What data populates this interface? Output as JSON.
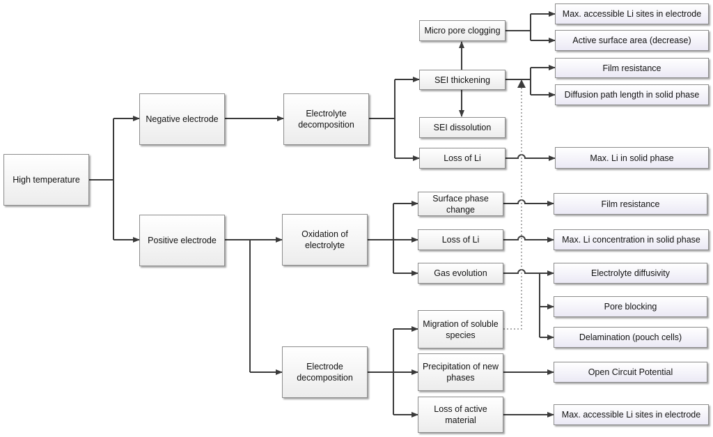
{
  "nodes": {
    "high_temperature": "High temperature",
    "negative_electrode": "Negative electrode",
    "positive_electrode": "Positive electrode",
    "electrolyte_decomposition": "Electrolyte\ndecomposition",
    "oxidation_of_electrolyte": "Oxidation of\nelectrolyte",
    "electrode_decomposition": "Electrode\ndecomposition",
    "micro_pore_clogging": "Micro pore clogging",
    "sei_thickening": "SEI thickening",
    "sei_dissolution": "SEI dissolution",
    "loss_of_li_neg": "Loss of Li",
    "surface_phase_change": "Surface phase\nchange",
    "loss_of_li_pos": "Loss of Li",
    "gas_evolution": "Gas evolution",
    "migration_soluble_species": "Migration of soluble\nspecies",
    "precipitation_new_phases": "Precipitation of new\nphases",
    "loss_active_material": "Loss of active\nmaterial",
    "max_accessible_li_sites_1": "Max. accessible Li sites in electrode",
    "active_surface_area": "Active surface area (decrease)",
    "film_resistance_1": "Film resistance",
    "diffusion_path_length": "Diffusion path length in solid phase",
    "max_li_solid_phase": "Max. Li in solid phase",
    "film_resistance_2": "Film resistance",
    "max_li_concentration": "Max. Li concentration in solid phase",
    "electrolyte_diffusivity": "Electrolyte diffusivity",
    "pore_blocking": "Pore blocking",
    "delamination": "Delamination (pouch cells)",
    "open_circuit_potential": "Open Circuit Potential",
    "max_accessible_li_sites_2": "Max. accessible Li sites in electrode"
  },
  "colors": {
    "line": "#3a3a3a",
    "box_border": "#8c8c8c",
    "effect_fill": "#ebe9f5"
  }
}
